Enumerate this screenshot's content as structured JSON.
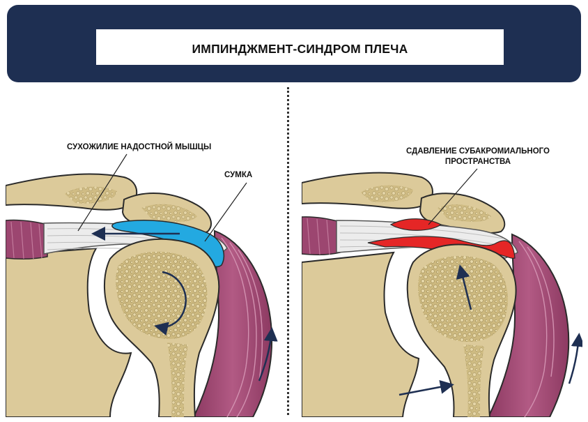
{
  "header": {
    "title": "ИМПИНДЖМЕНТ-СИНДРОМ ПЛЕЧА"
  },
  "labels": {
    "tendon": "СУХОЖИЛИЕ НАДОСТНОЙ МЫШЦЫ",
    "bursa": "СУМКА",
    "compression_line1": "СДАВЛЕНИЕ СУБАКРОМИАЛЬНОГО",
    "compression_line2": "ПРОСТРАНСТВА"
  },
  "colors": {
    "banner": "#1e2f52",
    "bone": "#dcca9a",
    "bone_outline": "#2a2a2a",
    "muscle": "#a14a72",
    "tendon": "#e8e8e8",
    "bursa_normal": "#23a9e1",
    "bursa_inflamed": "#e52626",
    "arrow": "#1e2f52"
  }
}
